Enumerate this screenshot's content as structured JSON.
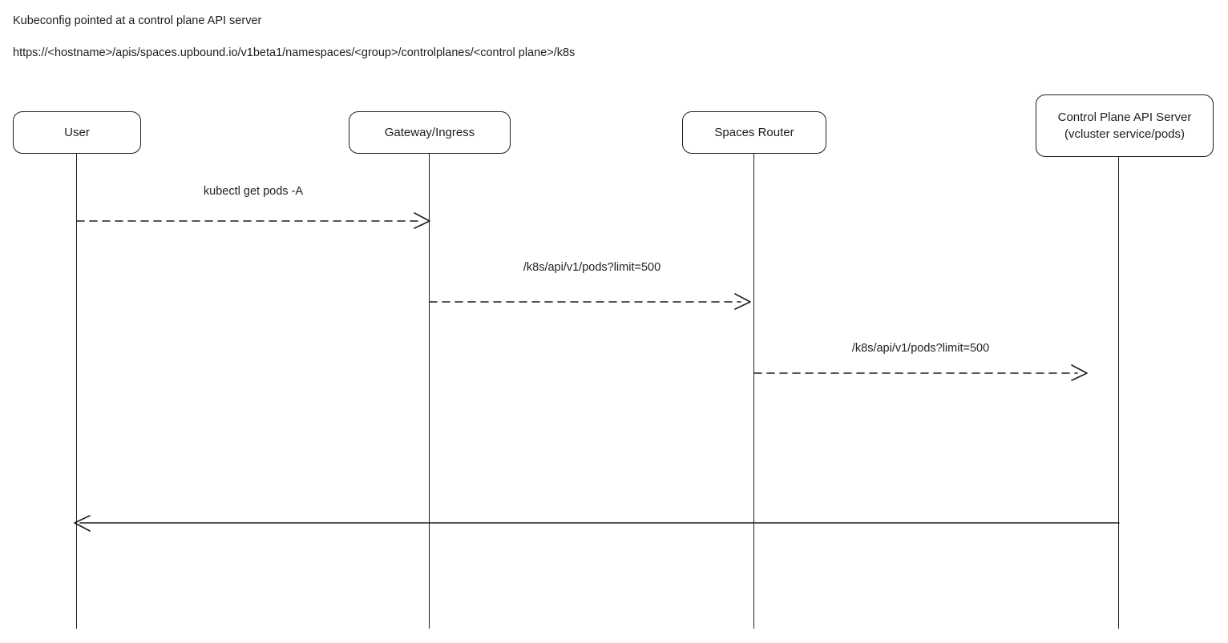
{
  "header": {
    "title": "Kubeconfig pointed at a control plane API server",
    "url": "https://<hostname>/apis/spaces.upbound.io/v1beta1/namespaces/<group>/controlplanes/<control plane>/k8s"
  },
  "actors": [
    {
      "label": "User"
    },
    {
      "label": "Gateway/Ingress"
    },
    {
      "label": "Spaces Router"
    },
    {
      "label": "Control Plane API Server",
      "label2": "(vcluster service/pods)"
    }
  ],
  "messages": [
    {
      "from": "User",
      "to": "Gateway/Ingress",
      "label": "kubectl get pods -A",
      "style": "dashed"
    },
    {
      "from": "Gateway/Ingress",
      "to": "Spaces Router",
      "label": "/k8s/api/v1/pods?limit=500",
      "style": "dashed"
    },
    {
      "from": "Spaces Router",
      "to": "Control Plane API Server",
      "label": "/k8s/api/v1/pods?limit=500",
      "style": "dashed"
    },
    {
      "from": "Control Plane API Server",
      "to": "User",
      "label": "",
      "style": "solid"
    }
  ],
  "colors": {
    "stroke": "#1e1e1e",
    "background": "#ffffff"
  }
}
